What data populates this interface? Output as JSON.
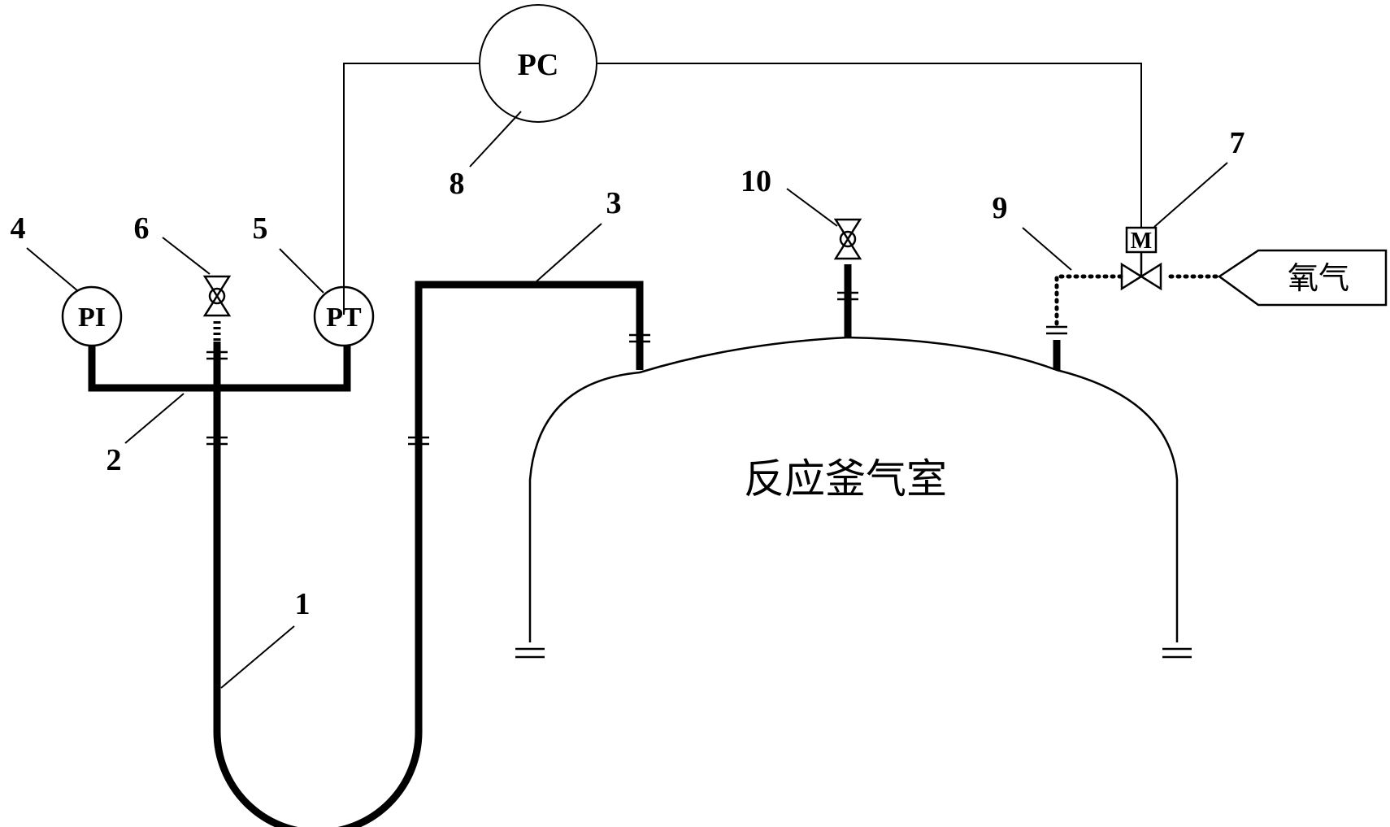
{
  "labels": {
    "n1": "1",
    "n2": "2",
    "n3": "3",
    "n4": "4",
    "n5": "5",
    "n6": "6",
    "n7": "7",
    "n8": "8",
    "n9": "9",
    "n10": "10"
  },
  "instruments": {
    "pi": "PI",
    "pt": "PT",
    "pc": "PC",
    "motor": "M"
  },
  "chamber_label": "反应釜气室",
  "oxygen_label": "氧气"
}
